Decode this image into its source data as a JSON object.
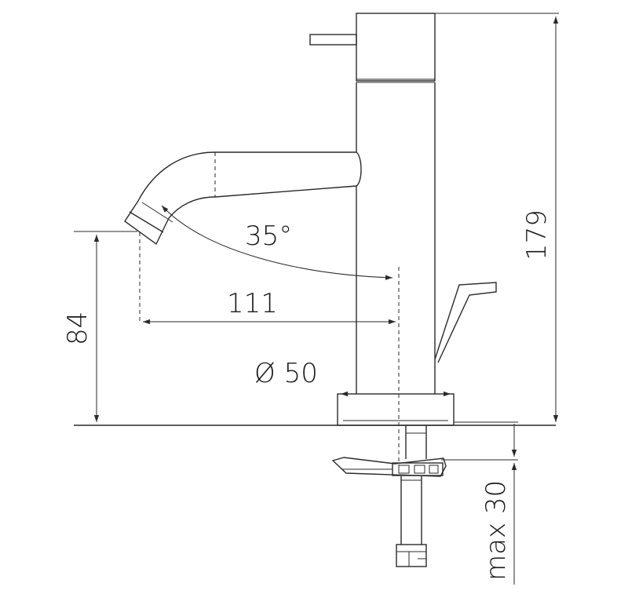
{
  "dimensions": {
    "total_height": "179",
    "spout_height": "84",
    "spout_reach": "111",
    "spout_angle": "35°",
    "base_diameter": "Ø 50",
    "max_thickness": "max 30"
  }
}
